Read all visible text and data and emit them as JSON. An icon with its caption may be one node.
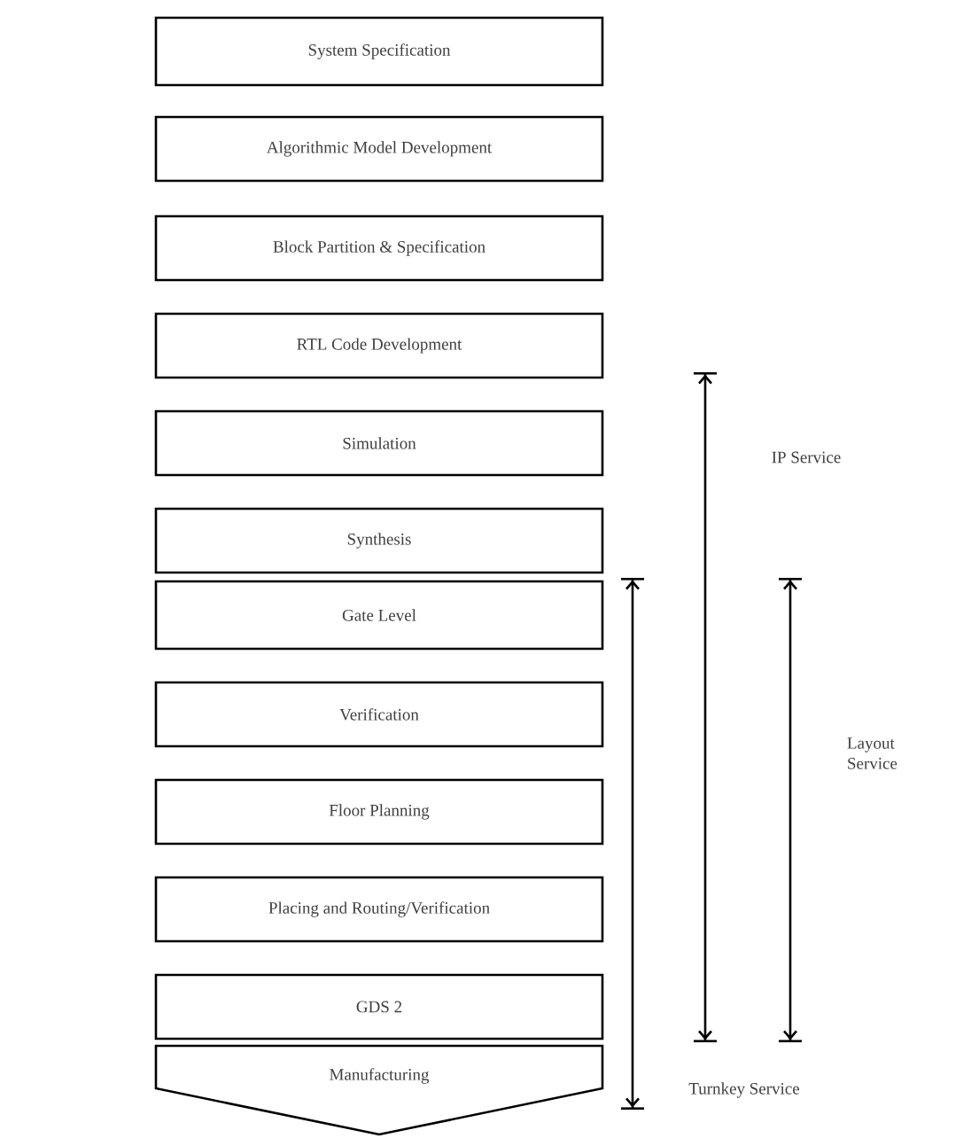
{
  "diagram": {
    "nodes": [
      {
        "text": [
          "System Specification"
        ]
      },
      {
        "text": [
          "Algorithmic Model Development"
        ]
      },
      {
        "text": [
          "Block Partition & Specification"
        ]
      },
      {
        "text": [
          "RTL Code Development"
        ]
      },
      {
        "text": [
          "Simulation"
        ]
      },
      {
        "text": [
          "Synthesis"
        ]
      },
      {
        "text": [
          "Gate Level"
        ]
      },
      {
        "text": [
          "Verification"
        ]
      },
      {
        "text": [
          "Floor Planning"
        ]
      },
      {
        "text": [
          "Placing and Routing/Verification"
        ]
      },
      {
        "text": [
          "GDS 2"
        ]
      },
      {
        "text": [
          "Manufacturing"
        ]
      }
    ],
    "edges": [],
    "labels": [
      "IP Service",
      "Layout Service",
      "Turnkey Service"
    ]
  }
}
